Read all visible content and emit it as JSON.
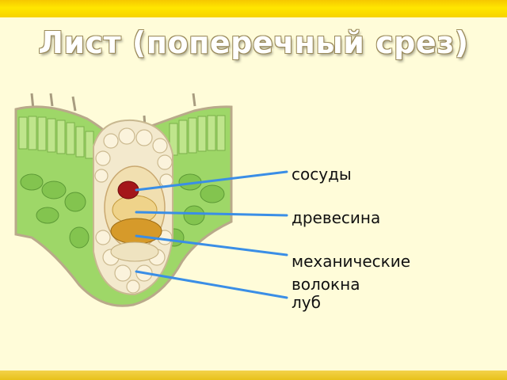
{
  "slide": {
    "title": "Лист (поперечный срез)"
  },
  "labels": {
    "vessels": "сосуды",
    "wood": "древесина",
    "fibers_line1": "механические",
    "fibers_line2": "волокна",
    "phloem": "луб"
  },
  "colors": {
    "accent_bar": "#f6d200",
    "background": "#fffcd9",
    "leader_line": "#3a8ee6",
    "mesophyll": "#8ccf55",
    "vessel": "#b01818",
    "xylem": "#d89a2a"
  }
}
